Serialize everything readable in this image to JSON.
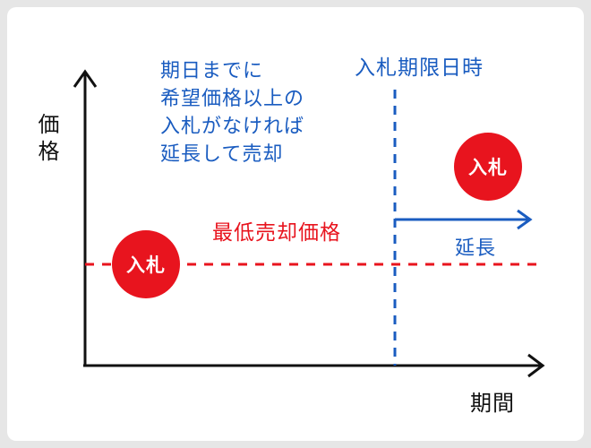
{
  "diagram": {
    "y_axis_label": "価格",
    "x_axis_label": "期間",
    "deadline_label": "入札期限日時",
    "note_lines": [
      "期日までに",
      "希望価格以上の",
      "入札がなければ",
      "延長して売却"
    ],
    "minimum_price_label": "最低売却価格",
    "bid_badge_left": "入札",
    "bid_badge_right": "入札",
    "extension_label": "延長",
    "colors": {
      "axis": "#111111",
      "accent_blue": "#1a5cc0",
      "accent_red": "#e8141e",
      "frame_background": "#ffffff",
      "page_background": "#e6e6e6"
    }
  }
}
